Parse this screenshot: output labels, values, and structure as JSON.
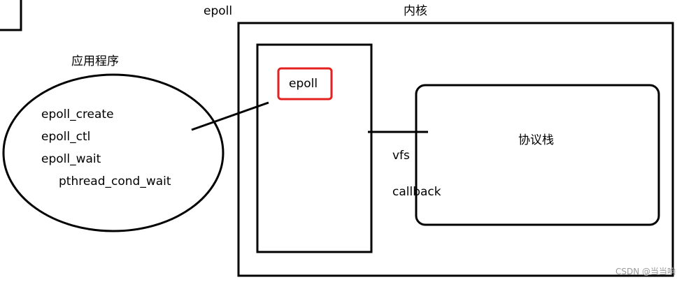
{
  "labels": {
    "epoll_top": "epoll",
    "kernel": "内核",
    "application": "应用程序",
    "epoll_box": "epoll",
    "protocol_stack": "协议栈",
    "vfs": "vfs",
    "callback": "callback"
  },
  "api_calls": [
    "epoll_create",
    "epoll_ctl",
    "epoll_wait",
    "pthread_cond_wait"
  ],
  "watermark": "CSDN @当当响",
  "colors": {
    "line": "#000000",
    "highlight": "#e52020",
    "watermark": "#9a9a9a"
  }
}
